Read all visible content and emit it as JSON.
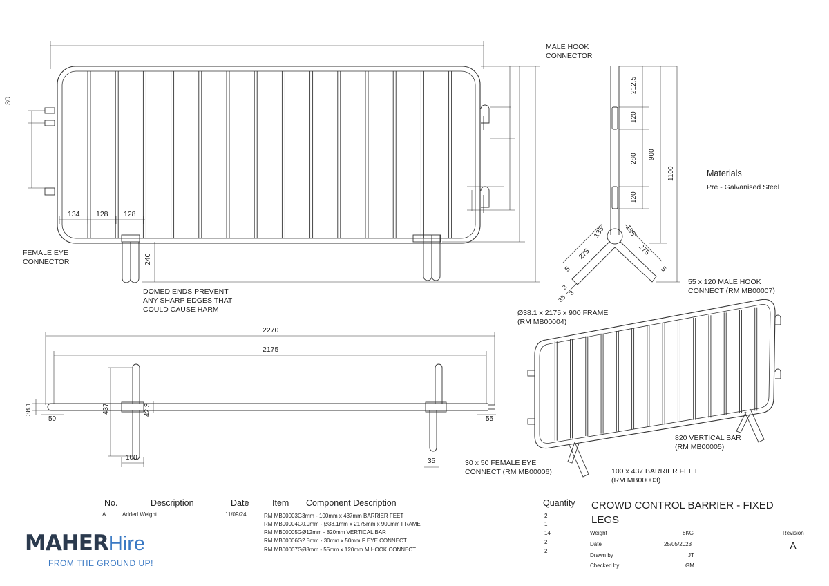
{
  "drawing": {
    "front_view": {
      "dim_height": "30",
      "dim_spacing": [
        "134",
        "128",
        "128"
      ],
      "dim_leg": "240",
      "label_male_hook": [
        "MALE HOOK",
        "CONNECTOR"
      ],
      "label_female_eye": [
        "FEMALE EYE",
        "CONNECTOR"
      ],
      "label_domed": [
        "DOMED ENDS PREVENT",
        "ANY SHARP EDGES THAT",
        "COULD CAUSE HARM"
      ]
    },
    "side_view": {
      "dims": [
        "212.5",
        "120",
        "280",
        "120",
        "900",
        "1100",
        "275",
        "275",
        "135°",
        "135°",
        "5",
        "5",
        "3",
        "3",
        "35"
      ]
    },
    "materials": {
      "title": "Materials",
      "value": "Pre - Galvanised Steel"
    },
    "plan_view": {
      "dim_overall": "2270",
      "dim_frame": "2175",
      "dims": [
        "38.1",
        "50",
        "437",
        "42.3",
        "100",
        "35",
        "55"
      ]
    },
    "iso_view": {
      "labels": {
        "hook": [
          "55 x 120 MALE HOOK",
          "CONNECT (RM MB00007)"
        ],
        "frame": [
          "Ø38.1 x 2175 x 900 FRAME",
          "(RM MB00004)"
        ],
        "vertical": [
          "820 VERTICAL BAR",
          "(RM MB00005)"
        ],
        "eye": [
          "30 x 50 FEMALE EYE",
          "CONNECT (RM MB00006)"
        ],
        "feet": [
          "100 x 437 BARRIER FEET",
          "(RM MB00003)"
        ]
      }
    }
  },
  "revisions": {
    "headers": {
      "no": "No.",
      "desc": "Description",
      "date": "Date"
    },
    "rows": [
      {
        "no": "A",
        "desc": "Added Weight",
        "date": "11/09/24"
      }
    ]
  },
  "components": {
    "headers": {
      "item": "Item",
      "desc": "Component Description",
      "qty": "Quantity"
    },
    "rows": [
      {
        "desc": "RM MB00003G3mm - 100mm x 437mm BARRIER FEET",
        "qty": "2"
      },
      {
        "desc": "RM MB00004G0.9mm - Ø38.1mm x 2175mm x 900mm FRAME",
        "qty": "1"
      },
      {
        "desc": "RM MB00005GØ12mm - 820mm VERTICAL BAR",
        "qty": "14"
      },
      {
        "desc": "RM MB00006G2.5mm - 30mm x 50mm F EYE CONNECT",
        "qty": "2"
      },
      {
        "desc": "RM MB00007GØ8mm - 55mm x 120mm M HOOK CONNECT",
        "qty": "2"
      }
    ]
  },
  "title_block": {
    "title_line1": "CROWD CONTROL BARRIER - FIXED",
    "title_line2": "LEGS",
    "weight_label": "Weight",
    "weight": "8KG",
    "date_label": "Date",
    "date": "25/05/2023",
    "drawn_label": "Drawn by",
    "drawn": "JT",
    "checked_label": "Checked by",
    "checked": "GM",
    "revision_label": "Revision",
    "revision": "A"
  },
  "logo": {
    "maher": "MAHER",
    "hire": "Hire",
    "tagline": "FROM THE GROUND UP!"
  },
  "colors": {
    "ink": "#222222",
    "logo_dark": "#2b3a4e",
    "logo_blue": "#3a79c4"
  }
}
